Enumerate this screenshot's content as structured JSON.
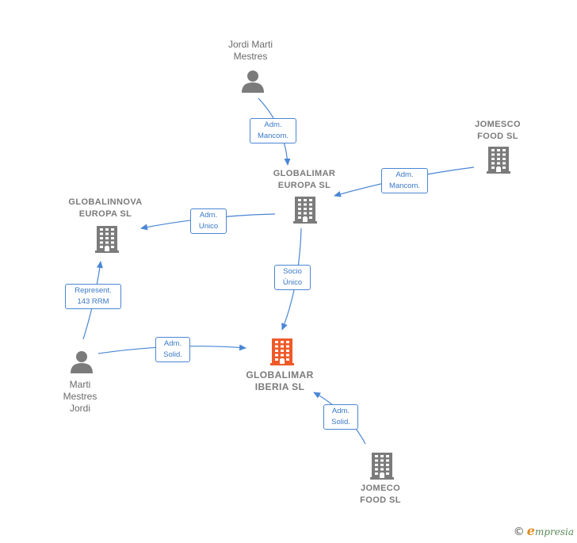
{
  "nodes": {
    "jordi_marti_mestres": {
      "label": "Jordi Marti\nMestres",
      "icon": "person-icon"
    },
    "jomesco_food_top": {
      "label": "JOMESCO\nFOOD SL",
      "icon": "building-icon"
    },
    "globalimar_europa": {
      "label": "GLOBALIMAR\nEUROPA SL",
      "icon": "building-icon"
    },
    "globalinnova_europa": {
      "label": "GLOBALINNOVA\nEUROPA SL",
      "icon": "building-icon"
    },
    "marti_mestres_jordi": {
      "label": "Marti\nMestres\nJordi",
      "icon": "person-icon"
    },
    "globalimar_iberia": {
      "label": "GLOBALIMAR\nIBERIA SL",
      "icon": "building-icon-highlighted"
    },
    "jomeco_food": {
      "label": "JOMECO\nFOOD SL",
      "icon": "building-icon"
    }
  },
  "edges": {
    "e1": {
      "label": "Adm.\nMancom."
    },
    "e2": {
      "label": "Adm.\nMancom."
    },
    "e3": {
      "label": "Adm.\nUnico"
    },
    "e4": {
      "label": "Socio\nÚnico"
    },
    "e5": {
      "label": "Represent.\n143 RRM"
    },
    "e6": {
      "label": "Adm.\nSolid."
    },
    "e7": {
      "label": "Adm.\nSolid."
    }
  },
  "colors": {
    "edge": "#4a86d4",
    "icon": "#7b7b7b",
    "highlight": "#f05a28"
  },
  "brand": {
    "copyright": "©",
    "name_initial": "e",
    "name_rest": "mpresia"
  }
}
